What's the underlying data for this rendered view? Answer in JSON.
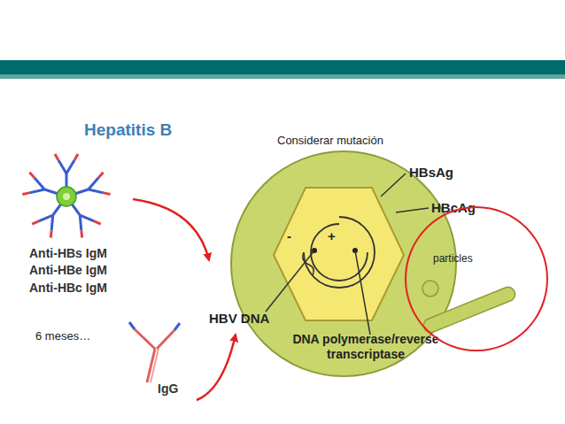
{
  "diagram": {
    "title": "Hepatitis B",
    "nodes": [
      {
        "text": [
          "particles"
        ]
      }
    ],
    "labels": [
      "Considerar mutación",
      "Anti-HBs IgM",
      "Anti-HBe IgM",
      "Anti-HBc IgM",
      "6 meses…",
      "IgG",
      "HBsAg",
      "HBcAg",
      "HBV DNA",
      "DNA polymerase/reverse transcriptase",
      "-",
      "+"
    ]
  }
}
